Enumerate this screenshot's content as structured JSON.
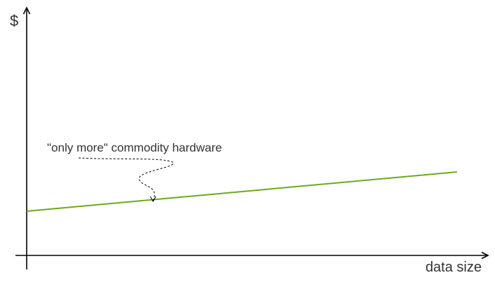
{
  "chart_data": {
    "type": "line",
    "ylabel": "$",
    "xlabel": "data size",
    "xlim": [
      0,
      1
    ],
    "ylim": [
      0,
      1
    ],
    "grid": false,
    "series": [
      {
        "x": [
          0,
          0.94
        ],
        "values": [
          0.18,
          0.34
        ],
        "color": "#6aaa1e"
      }
    ],
    "annotations": [
      {
        "text": "\"only more\" commodity hardware",
        "target": {
          "x": 0.28,
          "y": 0.225
        }
      }
    ]
  }
}
